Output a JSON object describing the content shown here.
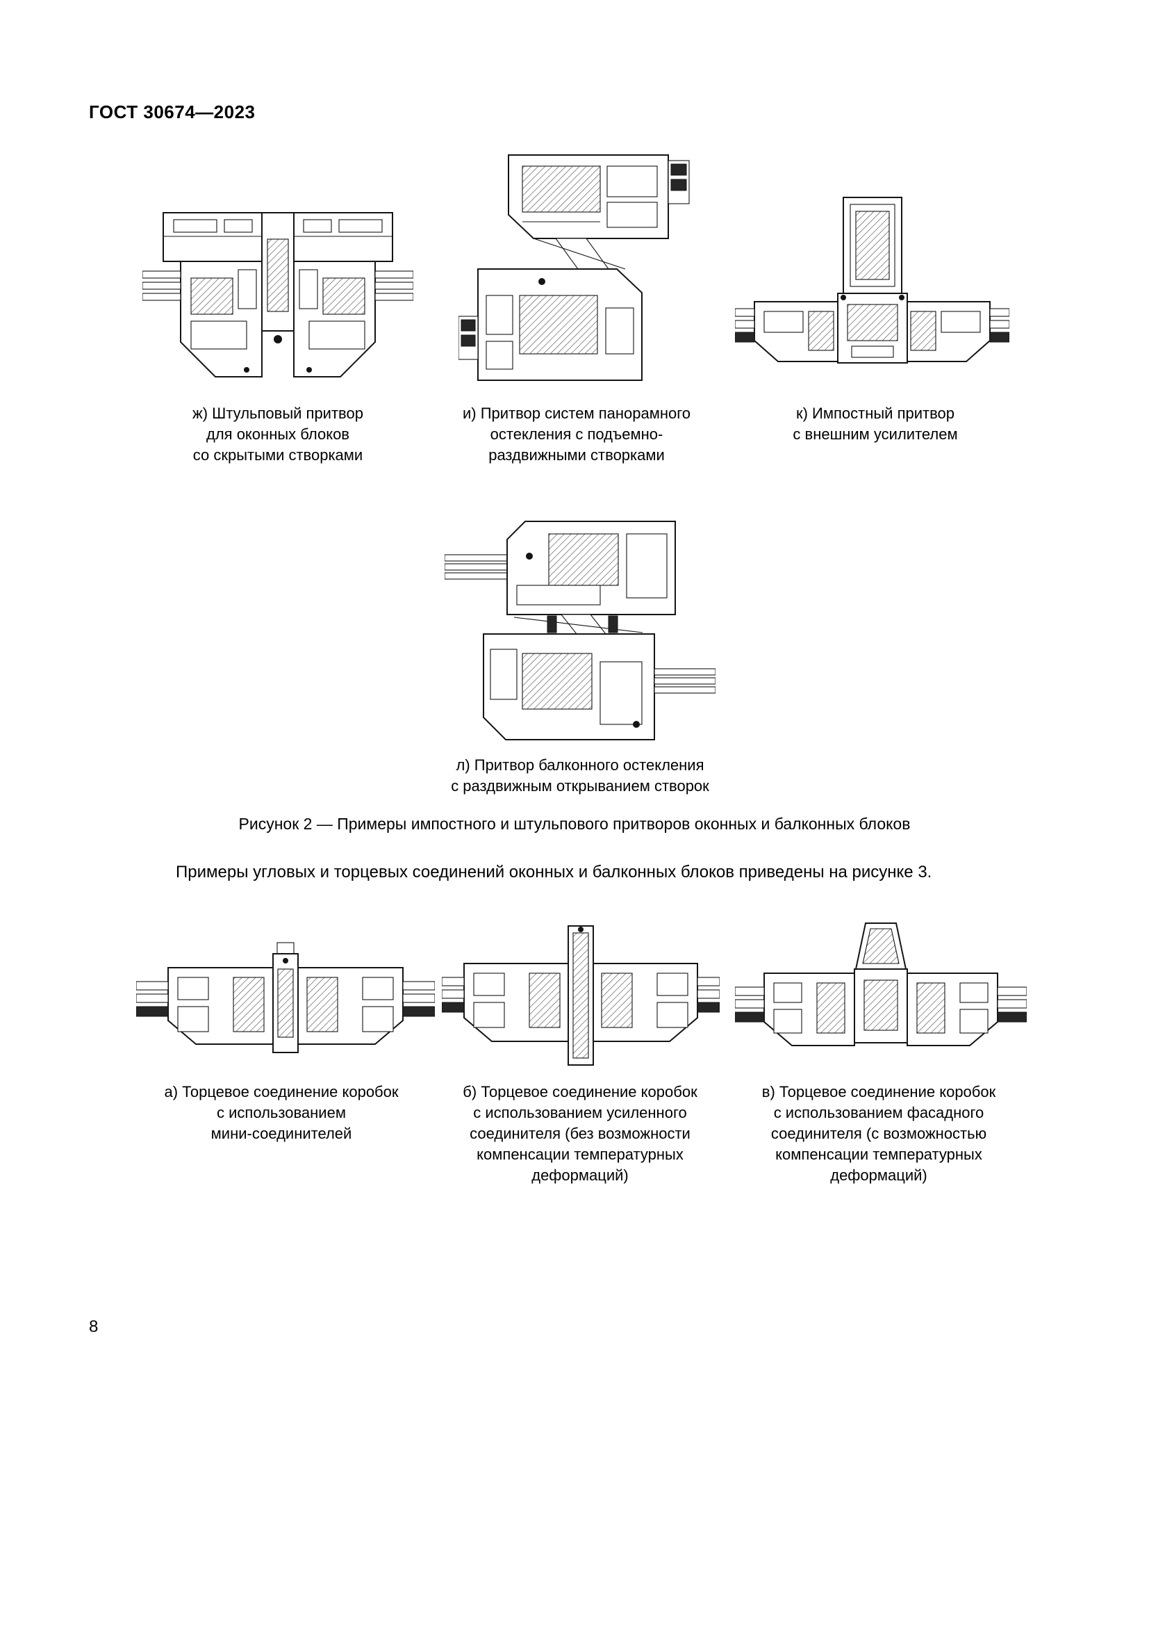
{
  "page": {
    "header": "ГОСТ 30674—2023",
    "page_number": "8",
    "colors": {
      "paper": "#ffffff",
      "ink": "#000000"
    }
  },
  "figure2": {
    "items": {
      "zh": {
        "caption": "ж) Штульповый притвор\nдля оконных блоков\nсо скрытыми створками"
      },
      "i": {
        "caption": "и) Притвор систем панорамного\nостекления с подъемно-\nраздвижными створками"
      },
      "k": {
        "caption": "к) Импостный притвор\nс внешним усилителем"
      },
      "l": {
        "caption": "л) Притвор балконного остекления\nс раздвижным открыванием створок"
      }
    },
    "caption": "Рисунок 2 — Примеры импостного и штульпового притворов оконных и балконных блоков"
  },
  "body_text": "Примеры угловых и торцевых соединений оконных и балконных блоков приведены на рисунке 3.",
  "figure3": {
    "items": {
      "a": {
        "caption": "а) Торцевое соединение коробок\nс использованием\nмини-соединителей"
      },
      "b": {
        "caption": "б) Торцевое соединение коробок\nс использованием усиленного\nсоединителя (без возможности\nкомпенсации температурных\nдеформаций)"
      },
      "v": {
        "caption": "в) Торцевое соединение коробок\nс использованием фасадного\nсоединителя (с возможностью\nкомпенсации температурных\nдеформаций)"
      }
    }
  }
}
